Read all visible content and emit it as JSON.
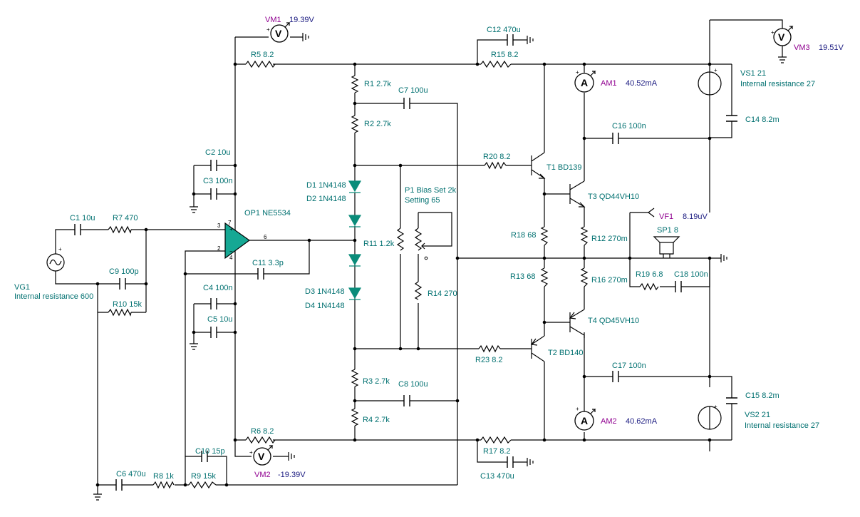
{
  "components": {
    "vm1": {
      "name": "VM1",
      "value": "19.39V"
    },
    "vm2": {
      "name": "VM2",
      "value": "-19.39V"
    },
    "vm3": {
      "name": "VM3",
      "value": "19.51V"
    },
    "am1": {
      "name": "AM1",
      "value": "40.52mA"
    },
    "am2": {
      "name": "AM2",
      "value": "40.62mA"
    },
    "vf1": {
      "name": "VF1",
      "value": "8.19uV"
    },
    "vs1": {
      "name": "VS1 21",
      "sub": "Internal resistance 27"
    },
    "vs2": {
      "name": "VS2 21",
      "sub": "Internal resistance 27"
    },
    "vg1": {
      "name": "VG1",
      "sub": "Internal resistance 600"
    },
    "op1": {
      "name": "OP1 NE5534",
      "pin_plus": "3",
      "pin_minus": "2",
      "pin_out": "6",
      "pin_v7": "7",
      "pin_v4": "4"
    },
    "p1": {
      "name": "P1 Bias Set 2k",
      "sub": "Setting 65"
    },
    "sp1": {
      "name": "SP1 8"
    },
    "t1": "T1 BD139",
    "t2": "T2 BD140",
    "t3": "T3 QD44VH10",
    "t4": "T4 QD45VH10",
    "r1": "R1 2.7k",
    "r2": "R2 2.7k",
    "r3": "R3 2.7k",
    "r4": "R4 2.7k",
    "r5": "R5 8.2",
    "r6": "R6 8.2",
    "r7": "R7 470",
    "r8": "R8 1k",
    "r9": "R9 15k",
    "r10": "R10 15k",
    "r11": "R11 1.2k",
    "r12": "R12 270m",
    "r13": "R13 68",
    "r14": "R14 270",
    "r15": "R15 8.2",
    "r16": "R16 270m",
    "r17": "R17 8.2",
    "r18": "R18 68",
    "r19": "R19 6.8",
    "r20": "R20 8.2",
    "r23": "R23 8.2",
    "c1": "C1 10u",
    "c2": "C2 10u",
    "c3": "C3 100n",
    "c4": "C4 100n",
    "c5": "C5 10u",
    "c6": "C6 470u",
    "c7": "C7 100u",
    "c8": "C8 100u",
    "c9": "C9 100p",
    "c10": "C10 15p",
    "c11": "C11 3.3p",
    "c12": "C12 470u",
    "c13": "C13 470u",
    "c14": "C14 8.2m",
    "c15": "C15 8.2m",
    "c16": "C16 100n",
    "c17": "C17 100n",
    "c18": "C18 100n",
    "d1": "D1 1N4148",
    "d2": "D2 1N4148",
    "d3": "D3 1N4148",
    "d4": "D4 1N4148",
    "plus": "+",
    "volt": "V",
    "amp": "A"
  },
  "colors": {
    "label": "#007070",
    "value": "#1a1a80",
    "meter": "#900090",
    "diode": "#0a8c7a",
    "opamp": "#16a894"
  }
}
